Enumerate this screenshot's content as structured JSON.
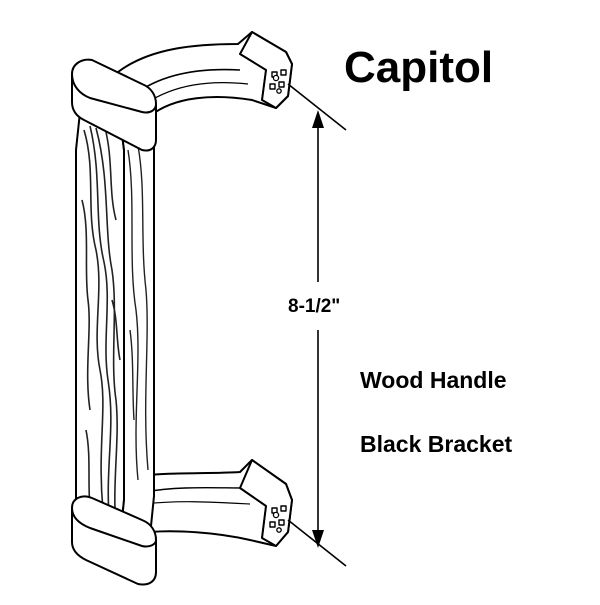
{
  "product": {
    "name": "Capitol",
    "dimension": "8-1/2\"",
    "handle_material": "Wood Handle",
    "bracket_finish": "Black Bracket"
  },
  "colors": {
    "line": "#000000",
    "background": "#ffffff",
    "wood_grain": "#222222"
  }
}
